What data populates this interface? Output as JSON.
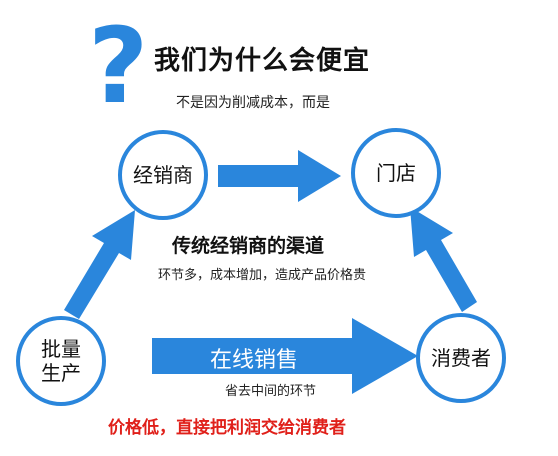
{
  "header": {
    "question_mark": "?",
    "title": "我们为什么会便宜",
    "subtitle": "不是因为削减成本，而是"
  },
  "nodes": {
    "dealer": "经销商",
    "store": "门店",
    "factory": "批量\n生产",
    "consumer": "消费者"
  },
  "traditional": {
    "title": "传统经销商的渠道",
    "note": "环节多，成本增加，造成产品价格贵"
  },
  "online": {
    "label": "在线销售",
    "note": "省去中间的环节"
  },
  "footer": {
    "message": "价格低，直接把利润交给消费者"
  },
  "colors": {
    "accent": "#2a86dc",
    "highlight": "#e0201a"
  }
}
